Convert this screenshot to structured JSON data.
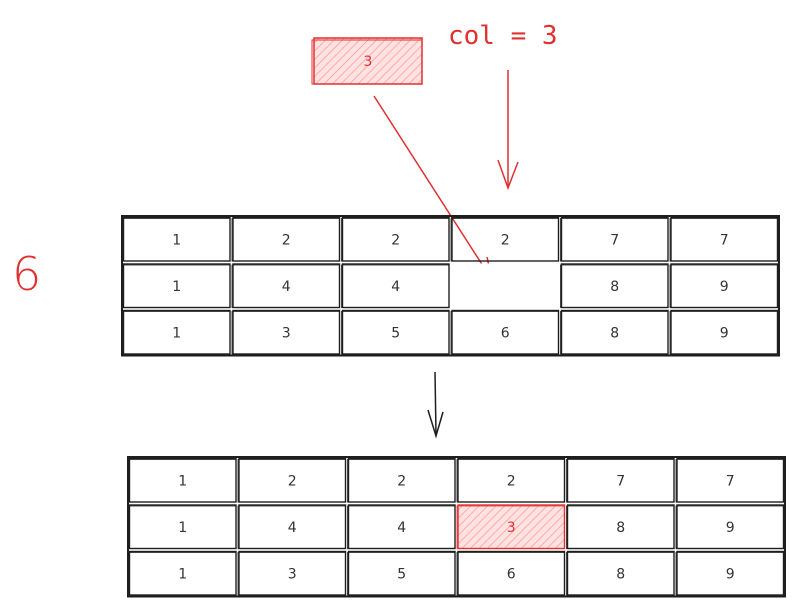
{
  "label_col": "col = 3",
  "label_six": "6",
  "moving_block": {
    "value": "3"
  },
  "grid_before": [
    [
      "1",
      "2",
      "2",
      "2",
      "7",
      "7"
    ],
    [
      "1",
      "4",
      "4",
      "",
      "8",
      "9"
    ],
    [
      "1",
      "3",
      "5",
      "6",
      "8",
      "9"
    ]
  ],
  "grid_after": [
    [
      "1",
      "2",
      "2",
      "2",
      "7",
      "7"
    ],
    [
      "1",
      "4",
      "4",
      "3",
      "8",
      "9"
    ],
    [
      "1",
      "3",
      "5",
      "6",
      "8",
      "9"
    ]
  ],
  "highlight_after": {
    "row": 1,
    "col": 3
  },
  "colors": {
    "accent": "#e03131",
    "stroke": "#1e1e1e",
    "fill": "#ffc9c9"
  }
}
